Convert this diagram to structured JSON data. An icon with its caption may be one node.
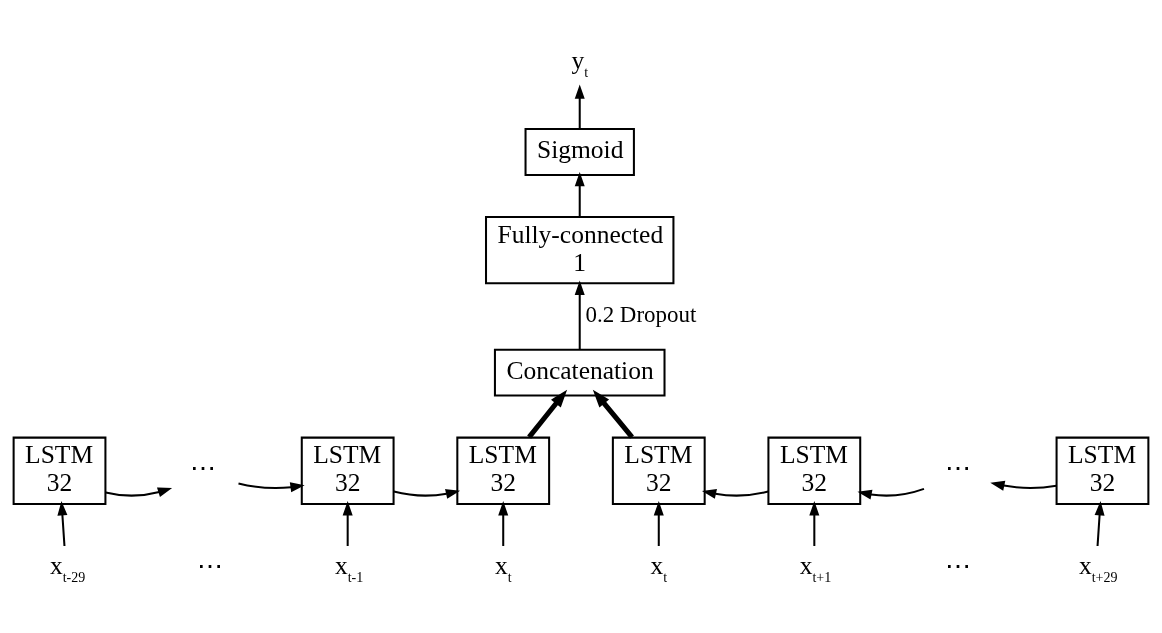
{
  "diagram": {
    "nodes": [
      {
        "text": [
          "y$_{t}$"
        ]
      },
      {
        "text": [
          "Sigmoid"
        ]
      },
      {
        "text": [
          "Fully-connected",
          "1"
        ]
      },
      {
        "text": [
          "Concatenation"
        ]
      },
      {
        "text": [
          "LSTM",
          "32"
        ]
      },
      {
        "text": [
          "⋯"
        ]
      },
      {
        "text": [
          "LSTM",
          "32"
        ]
      },
      {
        "text": [
          "LSTM",
          "32"
        ]
      },
      {
        "text": [
          "LSTM",
          "32"
        ]
      },
      {
        "text": [
          "LSTM",
          "32"
        ]
      },
      {
        "text": [
          "⋯"
        ]
      },
      {
        "text": [
          "LSTM",
          "32"
        ]
      },
      {
        "text": [
          "x$_{t-29}$"
        ]
      },
      {
        "text": [
          "x$_{t-1}$"
        ]
      },
      {
        "text": [
          "x$_{t}$"
        ]
      },
      {
        "text": [
          "x$_{t}$"
        ]
      },
      {
        "text": [
          "x$_{t+1}$"
        ]
      },
      {
        "text": [
          "x$_{t+29}$"
        ]
      }
    ],
    "edges": [
      {
        "from": 1,
        "to": 0,
        "arrow": "to"
      },
      {
        "from": 2,
        "to": 1,
        "arrow": "to"
      },
      {
        "from": 3,
        "to": 2,
        "arrow": "to",
        "label": "0.2 Dropout"
      },
      {
        "from": 7,
        "to": 3,
        "arrow": "to",
        "style": "thick"
      },
      {
        "from": 8,
        "to": 3,
        "arrow": "to",
        "style": "thick"
      },
      {
        "from": 4,
        "to": 5,
        "arrow": "to"
      },
      {
        "from": 5,
        "to": 6,
        "arrow": "to"
      },
      {
        "from": 6,
        "to": 7,
        "arrow": "to"
      },
      {
        "from": 11,
        "to": 10,
        "arrow": "to"
      },
      {
        "from": 10,
        "to": 9,
        "arrow": "to"
      },
      {
        "from": 9,
        "to": 8,
        "arrow": "to"
      },
      {
        "from": 12,
        "to": 4,
        "arrow": "to"
      },
      {
        "from": 13,
        "to": 6,
        "arrow": "to"
      },
      {
        "from": 14,
        "to": 7,
        "arrow": "to"
      },
      {
        "from": 15,
        "to": 8,
        "arrow": "to"
      },
      {
        "from": 16,
        "to": 9,
        "arrow": "to"
      },
      {
        "from": 17,
        "to": 11,
        "arrow": "to"
      }
    ],
    "labels": [
      "⋯",
      "⋯"
    ]
  }
}
